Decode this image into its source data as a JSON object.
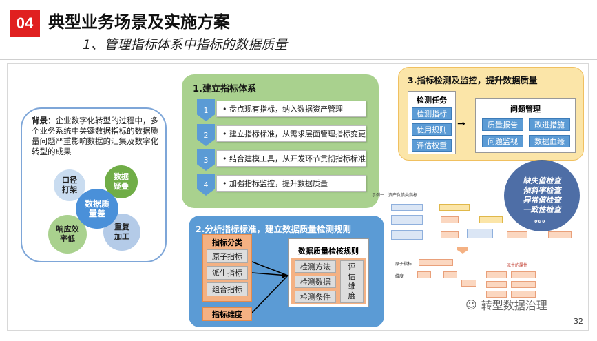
{
  "header": {
    "badge": "04",
    "title": "典型业务场景及实施方案",
    "subtitle": "1、管理指标体系中指标的数据质量"
  },
  "background": {
    "label": "背景：",
    "text": "企业数字化转型的过程中，多个业务系统中关键数据指标的数据质量问题严重影响数据的汇集及数字化转型的成果",
    "circles": {
      "center": "数据质量差",
      "top_left": "口径打架",
      "top_right": "数据疑叠",
      "bottom_left": "响应效率低",
      "bottom_right": "重复加工"
    }
  },
  "section1": {
    "title": "1.建立指标体系",
    "steps": [
      {
        "num": "1",
        "text": "• 盘点现有指标，纳入数据资产管理"
      },
      {
        "num": "2",
        "text": "• 建立指标标准，从需求层面管理指标变更"
      },
      {
        "num": "3",
        "text": "• 结合建模工具，从开发环节贯彻指标标准"
      },
      {
        "num": "4",
        "text": "• 加强指标监控，提升数据质量"
      }
    ]
  },
  "section2": {
    "title": "2.分析指标标准，建立数据质量检测规则",
    "category_title": "指标分类",
    "categories": [
      "原子指标",
      "派生指标",
      "组合指标"
    ],
    "dimension": "指标维度",
    "rules_title": "数据质量检核规则",
    "rules": [
      "检测方法",
      "检测数据",
      "检测条件"
    ],
    "eval": "评估维度"
  },
  "section3": {
    "title": "3.指标检测及监控，提升数据质量",
    "task_title": "检测任务",
    "tasks": [
      "检测指标",
      "使用规则",
      "评估权重"
    ],
    "issue_title": "问题管理",
    "issues": [
      "质量报告",
      "改进措施",
      "问题监视",
      "数据血缘"
    ]
  },
  "checks": [
    "缺失值检查",
    "倾斜率检查",
    "异常值检查",
    "一致性检查",
    "。。。"
  ],
  "mini_diagram": {
    "example": "示例一：资产负债类指标",
    "label1": "原子指标",
    "label2": "维度",
    "label3": "派生的属性"
  },
  "footer": {
    "watermark": "转型数据治理",
    "page": "32"
  }
}
